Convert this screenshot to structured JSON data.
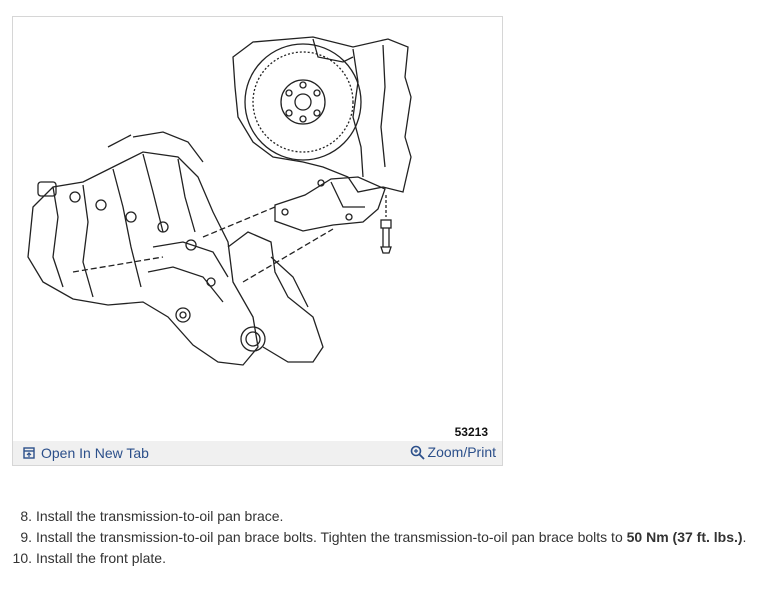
{
  "figure": {
    "number": "53213",
    "open_tab_label": "Open In New Tab",
    "zoom_label": "Zoom/Print",
    "link_color": "#2b4f8a"
  },
  "steps": [
    {
      "num": "8.",
      "text": "Install the transmission-to-oil pan brace."
    },
    {
      "num": "9.",
      "text_before": "Install the transmission-to-oil pan brace bolts. Tighten the transmission-to-oil pan brace bolts to ",
      "bold": "50 Nm (37 ft. lbs.)",
      "text_after": "."
    },
    {
      "num": "10.",
      "text": "Install the front plate."
    }
  ],
  "icons": {
    "open_tab": "open-in-new-tab-icon",
    "zoom": "magnifier-icon"
  }
}
